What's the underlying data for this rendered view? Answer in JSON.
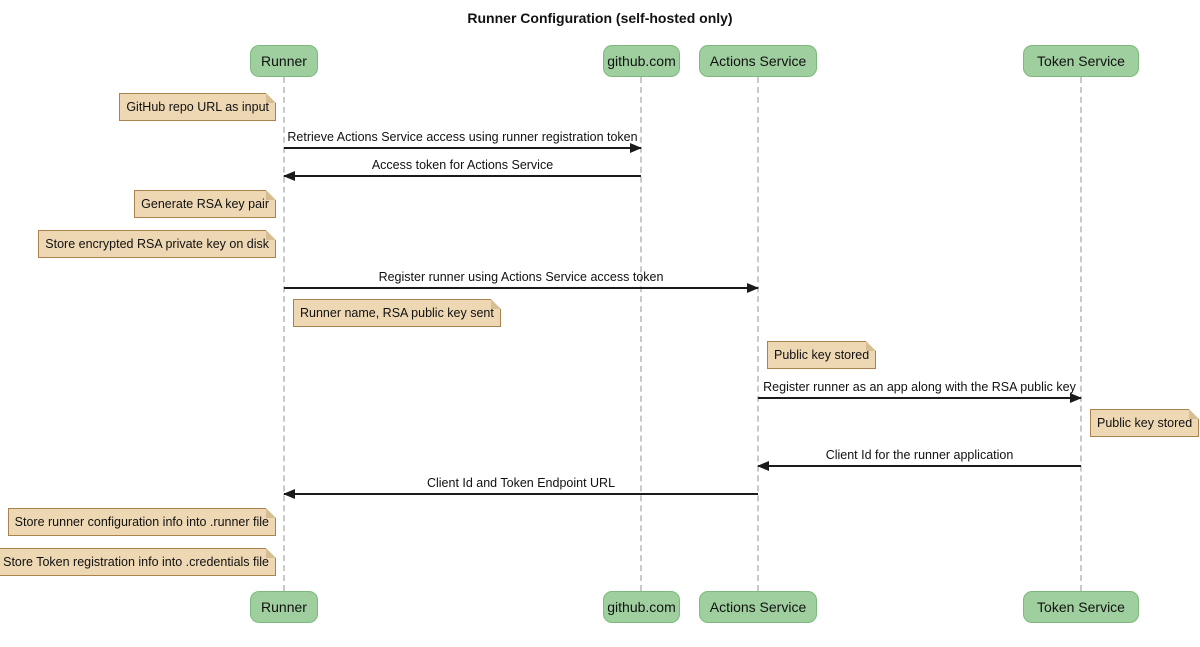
{
  "title": "Runner Configuration (self-hosted only)",
  "participants": [
    {
      "label": "Runner"
    },
    {
      "label": "github.com"
    },
    {
      "label": "Actions Service"
    },
    {
      "label": "Token Service"
    }
  ],
  "notes": [
    {
      "text": "GitHub repo URL as input",
      "anchor": "left of Runner"
    },
    {
      "text": "Generate RSA key pair",
      "anchor": "left of Runner"
    },
    {
      "text": "Store encrypted RSA private key on disk",
      "anchor": "left of Runner"
    },
    {
      "text": "Runner name, RSA public key sent",
      "anchor": "right of Runner"
    },
    {
      "text": "Public key stored",
      "anchor": "right of Actions Service"
    },
    {
      "text": "Public key stored",
      "anchor": "right of Token Service"
    },
    {
      "text": "Store runner configuration info into .runner file",
      "anchor": "left of Runner"
    },
    {
      "text": "Store Token registration info into .credentials file",
      "anchor": "left of Runner"
    }
  ],
  "messages": [
    {
      "from": "Runner",
      "to": "github.com",
      "text": "Retrieve Actions Service access using runner registration token"
    },
    {
      "from": "github.com",
      "to": "Runner",
      "text": "Access token for Actions Service"
    },
    {
      "from": "Runner",
      "to": "Actions Service",
      "text": "Register runner using Actions Service access token"
    },
    {
      "from": "Actions Service",
      "to": "Token Service",
      "text": "Register runner as an app along with the RSA public key"
    },
    {
      "from": "Token Service",
      "to": "Actions Service",
      "text": "Client Id for the runner application"
    },
    {
      "from": "Actions Service",
      "to": "Runner",
      "text": "Client Id and Token Endpoint URL"
    }
  ],
  "colors": {
    "background": "#FFFFFF",
    "participant_fill": "#9FCF9F",
    "participant_border": "#7DB87D",
    "note_fill": "#EED8B4",
    "note_border": "#A9824E",
    "note_fold": "#D8BD92",
    "lifeline": "#C9C9C9",
    "arrow": "#1B1B1B",
    "text": "#111111"
  }
}
